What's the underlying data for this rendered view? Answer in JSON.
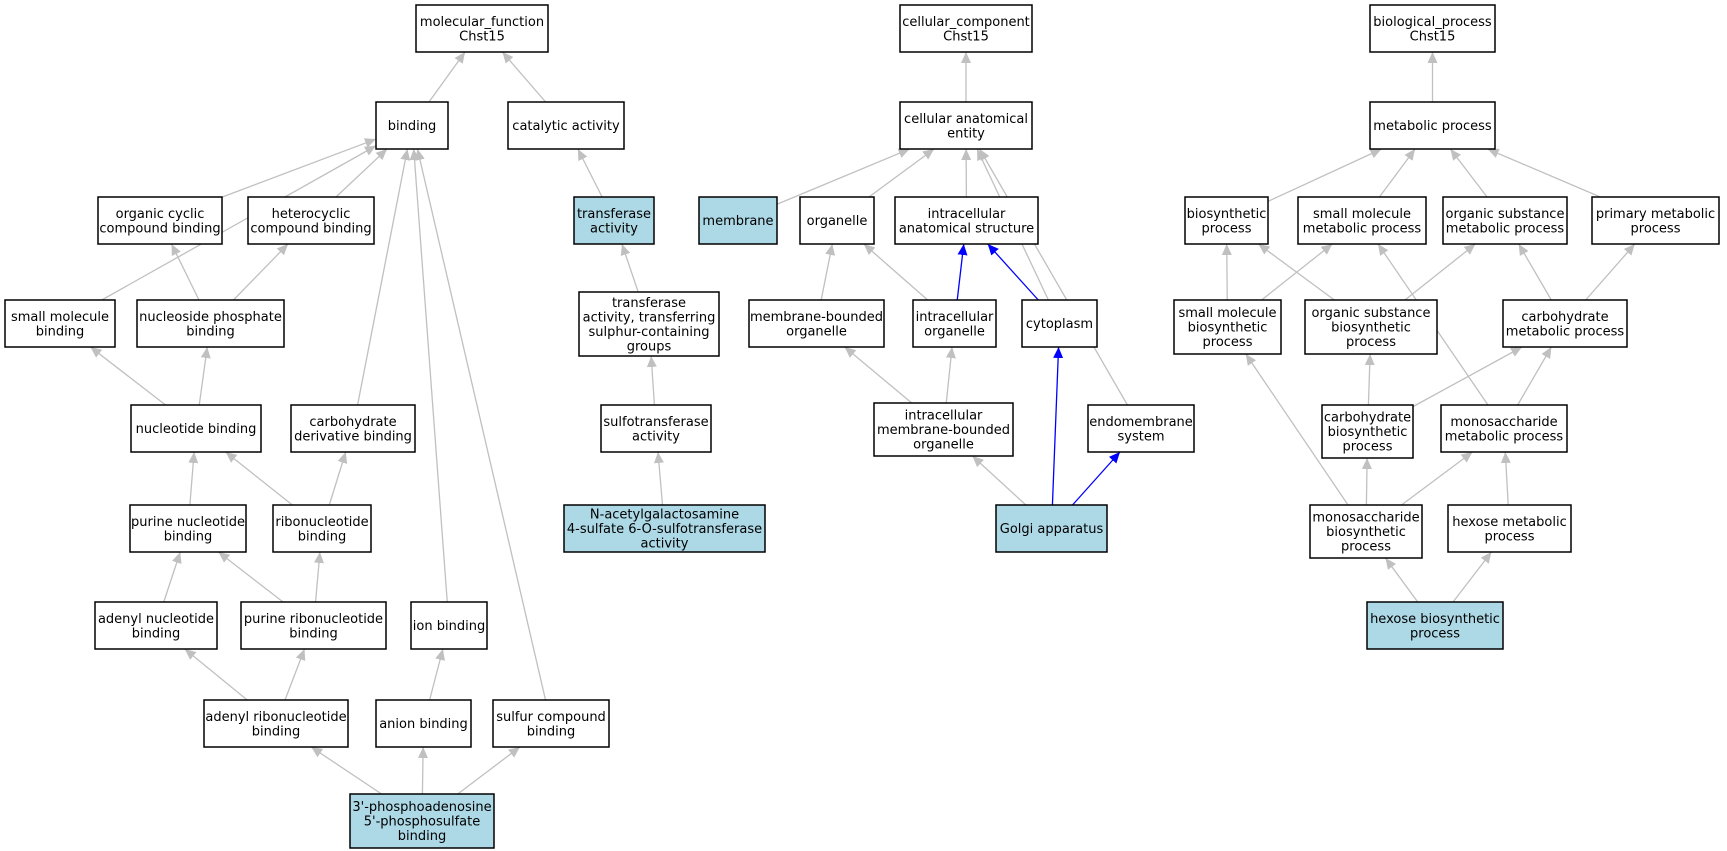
{
  "colors": {
    "node_fill": "#ffffff",
    "node_fill_highlight": "#add8e6",
    "edge_gray": "#c0c0c0",
    "edge_blue": "#0000ff"
  },
  "nodes": [
    {
      "id": "mf",
      "lines": [
        "molecular_function",
        "Chst15"
      ],
      "highlight": false
    },
    {
      "id": "binding",
      "lines": [
        "binding"
      ],
      "highlight": false
    },
    {
      "id": "catalytic",
      "lines": [
        "catalytic activity"
      ],
      "highlight": false
    },
    {
      "id": "ocb",
      "lines": [
        "organic cyclic",
        "compound binding"
      ],
      "highlight": false
    },
    {
      "id": "hcb",
      "lines": [
        "heterocyclic",
        "compound binding"
      ],
      "highlight": false
    },
    {
      "id": "transferase",
      "lines": [
        "transferase",
        "activity"
      ],
      "highlight": true
    },
    {
      "id": "smb",
      "lines": [
        "small molecule",
        "binding"
      ],
      "highlight": false
    },
    {
      "id": "npb",
      "lines": [
        "nucleoside phosphate",
        "binding"
      ],
      "highlight": false
    },
    {
      "id": "tasg",
      "lines": [
        "transferase",
        "activity, transferring",
        "sulphur-containing",
        "groups"
      ],
      "highlight": false
    },
    {
      "id": "nb",
      "lines": [
        "nucleotide binding"
      ],
      "highlight": false
    },
    {
      "id": "cdb",
      "lines": [
        "carbohydrate",
        "derivative binding"
      ],
      "highlight": false
    },
    {
      "id": "sulfo",
      "lines": [
        "sulfotransferase",
        "activity"
      ],
      "highlight": false
    },
    {
      "id": "pnb",
      "lines": [
        "purine nucleotide",
        "binding"
      ],
      "highlight": false
    },
    {
      "id": "rnb",
      "lines": [
        "ribonucleotide",
        "binding"
      ],
      "highlight": false
    },
    {
      "id": "nacgal",
      "lines": [
        "N-acetylgalactosamine",
        "4-sulfate 6-O-sulfotransferase",
        "activity"
      ],
      "highlight": true
    },
    {
      "id": "anb",
      "lines": [
        "adenyl nucleotide",
        "binding"
      ],
      "highlight": false
    },
    {
      "id": "prnb",
      "lines": [
        "purine ribonucleotide",
        "binding"
      ],
      "highlight": false
    },
    {
      "id": "ionb",
      "lines": [
        "ion binding"
      ],
      "highlight": false
    },
    {
      "id": "arnb",
      "lines": [
        "adenyl ribonucleotide",
        "binding"
      ],
      "highlight": false
    },
    {
      "id": "anionb",
      "lines": [
        "anion binding"
      ],
      "highlight": false
    },
    {
      "id": "scb",
      "lines": [
        "sulfur compound",
        "binding"
      ],
      "highlight": false
    },
    {
      "id": "paps",
      "lines": [
        "3'-phosphoadenosine",
        "5'-phosphosulfate",
        "binding"
      ],
      "highlight": true
    },
    {
      "id": "cc",
      "lines": [
        "cellular_component",
        "Chst15"
      ],
      "highlight": false
    },
    {
      "id": "cae",
      "lines": [
        "cellular anatomical",
        "entity"
      ],
      "highlight": false
    },
    {
      "id": "membrane",
      "lines": [
        "membrane"
      ],
      "highlight": true
    },
    {
      "id": "organelle",
      "lines": [
        "organelle"
      ],
      "highlight": false
    },
    {
      "id": "ias",
      "lines": [
        "intracellular",
        "anatomical structure"
      ],
      "highlight": false
    },
    {
      "id": "mbo",
      "lines": [
        "membrane-bounded",
        "organelle"
      ],
      "highlight": false
    },
    {
      "id": "io",
      "lines": [
        "intracellular",
        "organelle"
      ],
      "highlight": false
    },
    {
      "id": "cytoplasm",
      "lines": [
        "cytoplasm"
      ],
      "highlight": false
    },
    {
      "id": "imbo",
      "lines": [
        "intracellular",
        "membrane-bounded",
        "organelle"
      ],
      "highlight": false
    },
    {
      "id": "endo",
      "lines": [
        "endomembrane",
        "system"
      ],
      "highlight": false
    },
    {
      "id": "golgi",
      "lines": [
        "Golgi apparatus"
      ],
      "highlight": true
    },
    {
      "id": "bp",
      "lines": [
        "biological_process",
        "Chst15"
      ],
      "highlight": false
    },
    {
      "id": "mp",
      "lines": [
        "metabolic process"
      ],
      "highlight": false
    },
    {
      "id": "bsp",
      "lines": [
        "biosynthetic",
        "process"
      ],
      "highlight": false
    },
    {
      "id": "smmp",
      "lines": [
        "small molecule",
        "metabolic process"
      ],
      "highlight": false
    },
    {
      "id": "osmp",
      "lines": [
        "organic substance",
        "metabolic process"
      ],
      "highlight": false
    },
    {
      "id": "pmp",
      "lines": [
        "primary metabolic",
        "process"
      ],
      "highlight": false
    },
    {
      "id": "smbp",
      "lines": [
        "small molecule",
        "biosynthetic",
        "process"
      ],
      "highlight": false
    },
    {
      "id": "osbp",
      "lines": [
        "organic substance",
        "biosynthetic",
        "process"
      ],
      "highlight": false
    },
    {
      "id": "cmp",
      "lines": [
        "carbohydrate",
        "metabolic process"
      ],
      "highlight": false
    },
    {
      "id": "cbp",
      "lines": [
        "carbohydrate",
        "biosynthetic",
        "process"
      ],
      "highlight": false
    },
    {
      "id": "msmp",
      "lines": [
        "monosaccharide",
        "metabolic process"
      ],
      "highlight": false
    },
    {
      "id": "msbp",
      "lines": [
        "monosaccharide",
        "biosynthetic",
        "process"
      ],
      "highlight": false
    },
    {
      "id": "hmp",
      "lines": [
        "hexose metabolic",
        "process"
      ],
      "highlight": false
    },
    {
      "id": "hbp",
      "lines": [
        "hexose biosynthetic",
        "process"
      ],
      "highlight": true
    }
  ],
  "edges": [
    [
      "binding",
      "mf",
      "gray"
    ],
    [
      "catalytic",
      "mf",
      "gray"
    ],
    [
      "ocb",
      "binding",
      "gray"
    ],
    [
      "hcb",
      "binding",
      "gray"
    ],
    [
      "smb",
      "binding",
      "gray"
    ],
    [
      "cdb",
      "binding",
      "gray"
    ],
    [
      "ionb",
      "binding",
      "gray"
    ],
    [
      "scb",
      "binding",
      "gray"
    ],
    [
      "transferase",
      "catalytic",
      "gray"
    ],
    [
      "npb",
      "ocb",
      "gray"
    ],
    [
      "npb",
      "hcb",
      "gray"
    ],
    [
      "tasg",
      "transferase",
      "gray"
    ],
    [
      "nb",
      "smb",
      "gray"
    ],
    [
      "nb",
      "npb",
      "gray"
    ],
    [
      "sulfo",
      "tasg",
      "gray"
    ],
    [
      "pnb",
      "nb",
      "gray"
    ],
    [
      "rnb",
      "nb",
      "gray"
    ],
    [
      "rnb",
      "cdb",
      "gray"
    ],
    [
      "nacgal",
      "sulfo",
      "gray"
    ],
    [
      "anb",
      "pnb",
      "gray"
    ],
    [
      "prnb",
      "pnb",
      "gray"
    ],
    [
      "prnb",
      "rnb",
      "gray"
    ],
    [
      "arnb",
      "anb",
      "gray"
    ],
    [
      "arnb",
      "prnb",
      "gray"
    ],
    [
      "anionb",
      "ionb",
      "gray"
    ],
    [
      "paps",
      "arnb",
      "gray"
    ],
    [
      "paps",
      "anionb",
      "gray"
    ],
    [
      "paps",
      "scb",
      "gray"
    ],
    [
      "cae",
      "cc",
      "gray"
    ],
    [
      "membrane",
      "cae",
      "gray"
    ],
    [
      "organelle",
      "cae",
      "gray"
    ],
    [
      "ias",
      "cae",
      "gray"
    ],
    [
      "cytoplasm",
      "cae",
      "gray"
    ],
    [
      "endo",
      "cae",
      "gray"
    ],
    [
      "mbo",
      "organelle",
      "gray"
    ],
    [
      "io",
      "organelle",
      "gray"
    ],
    [
      "io",
      "ias",
      "blue"
    ],
    [
      "cytoplasm",
      "ias",
      "blue"
    ],
    [
      "imbo",
      "mbo",
      "gray"
    ],
    [
      "imbo",
      "io",
      "gray"
    ],
    [
      "golgi",
      "imbo",
      "gray"
    ],
    [
      "golgi",
      "cytoplasm",
      "blue"
    ],
    [
      "golgi",
      "endo",
      "blue"
    ],
    [
      "mp",
      "bp",
      "gray"
    ],
    [
      "bsp",
      "mp",
      "gray"
    ],
    [
      "smmp",
      "mp",
      "gray"
    ],
    [
      "osmp",
      "mp",
      "gray"
    ],
    [
      "pmp",
      "mp",
      "gray"
    ],
    [
      "smbp",
      "bsp",
      "gray"
    ],
    [
      "smbp",
      "smmp",
      "gray"
    ],
    [
      "osbp",
      "bsp",
      "gray"
    ],
    [
      "osbp",
      "osmp",
      "gray"
    ],
    [
      "cmp",
      "osmp",
      "gray"
    ],
    [
      "cmp",
      "pmp",
      "gray"
    ],
    [
      "cbp",
      "osbp",
      "gray"
    ],
    [
      "cbp",
      "cmp",
      "gray"
    ],
    [
      "msmp",
      "smmp",
      "gray"
    ],
    [
      "msmp",
      "cmp",
      "gray"
    ],
    [
      "msbp",
      "smbp",
      "gray"
    ],
    [
      "msbp",
      "cbp",
      "gray"
    ],
    [
      "msbp",
      "msmp",
      "gray"
    ],
    [
      "hmp",
      "msmp",
      "gray"
    ],
    [
      "hbp",
      "msbp",
      "gray"
    ],
    [
      "hbp",
      "hmp",
      "gray"
    ]
  ]
}
